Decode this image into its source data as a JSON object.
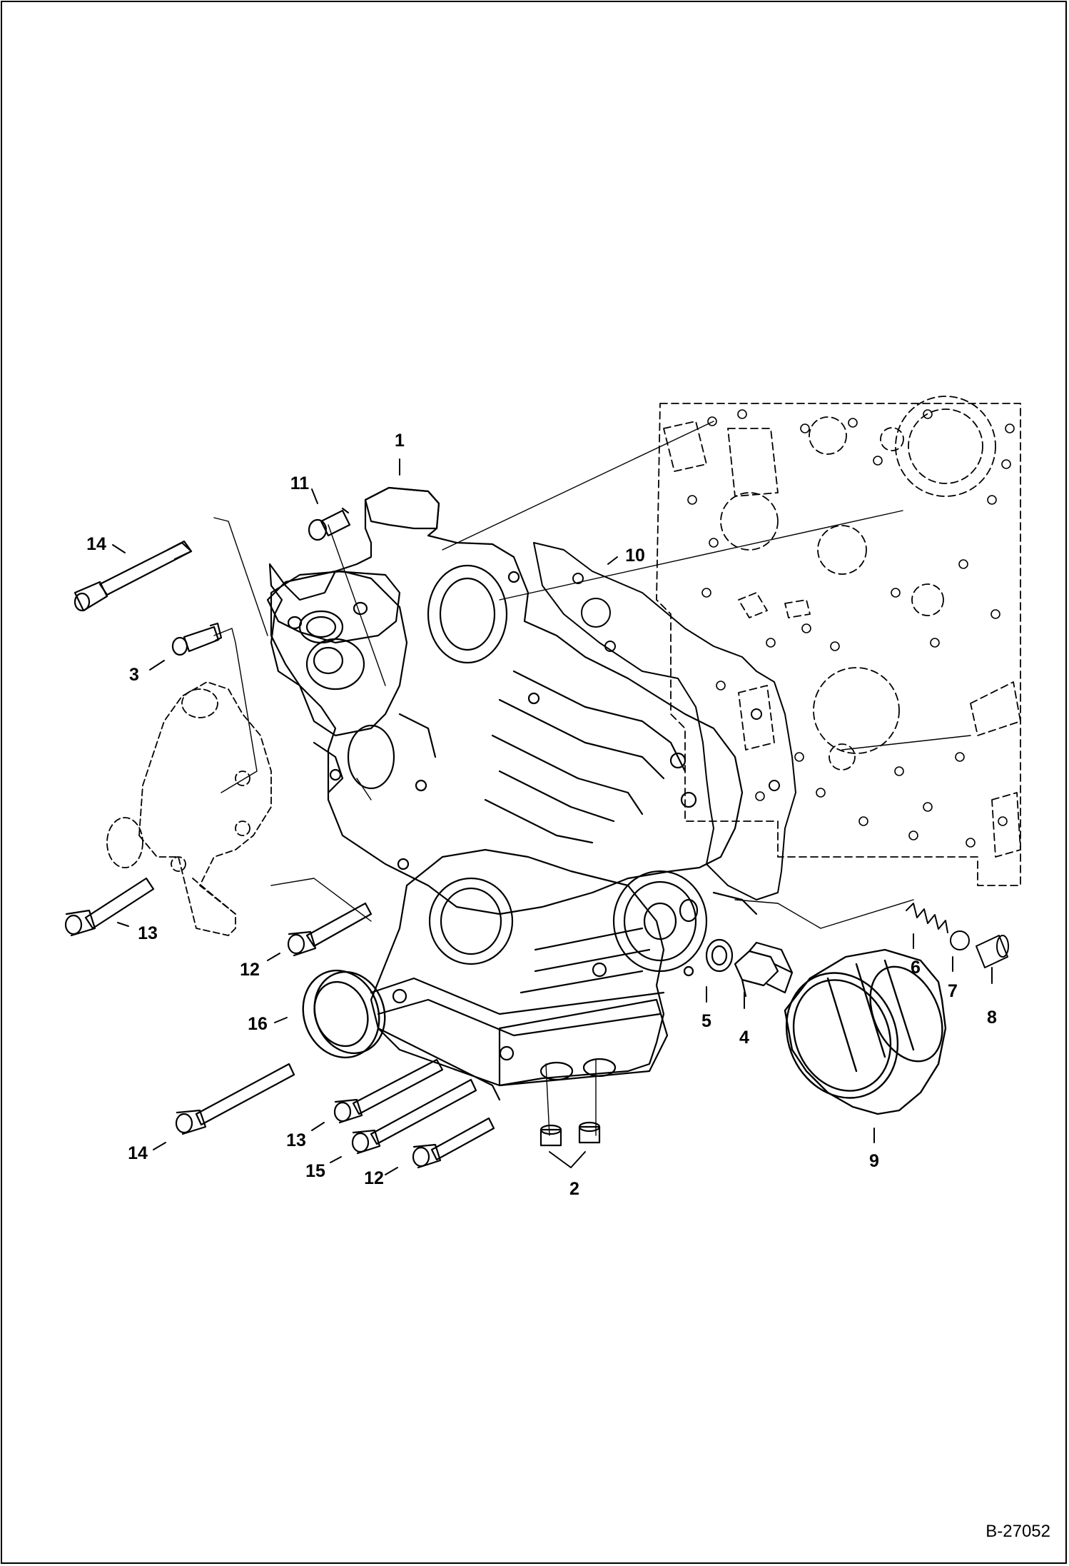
{
  "document_id": "B-27052",
  "callouts": {
    "c1": "1",
    "c2": "2",
    "c3": "3",
    "c4": "4",
    "c5": "5",
    "c6": "6",
    "c7": "7",
    "c8": "8",
    "c9": "9",
    "c10": "10",
    "c11": "11",
    "c12a": "12",
    "c12b": "12",
    "c13a": "13",
    "c13b": "13",
    "c14a": "14",
    "c14b": "14",
    "c15": "15",
    "c16": "16"
  },
  "colors": {
    "ink": "#000000",
    "paper": "#ffffff"
  }
}
